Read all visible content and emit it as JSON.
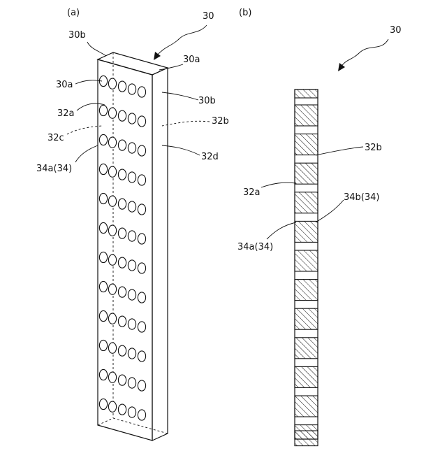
{
  "panel_a": {
    "label": "(a)",
    "ref_30": "30",
    "ref_30b_top": "30b",
    "ref_30a_top": "30a",
    "ref_30a_left": "30a",
    "ref_30b_right": "30b",
    "ref_32a": "32a",
    "ref_32b": "32b",
    "ref_32c": "32c",
    "ref_32d": "32d",
    "ref_34a": "34a(34)",
    "hole_rows": 12
  },
  "panel_b": {
    "label": "(b)",
    "ref_30": "30",
    "ref_32b": "32b",
    "ref_32a": "32a",
    "ref_34b": "34b(34)",
    "ref_34a": "34a(34)",
    "hatched_segments": 12
  }
}
